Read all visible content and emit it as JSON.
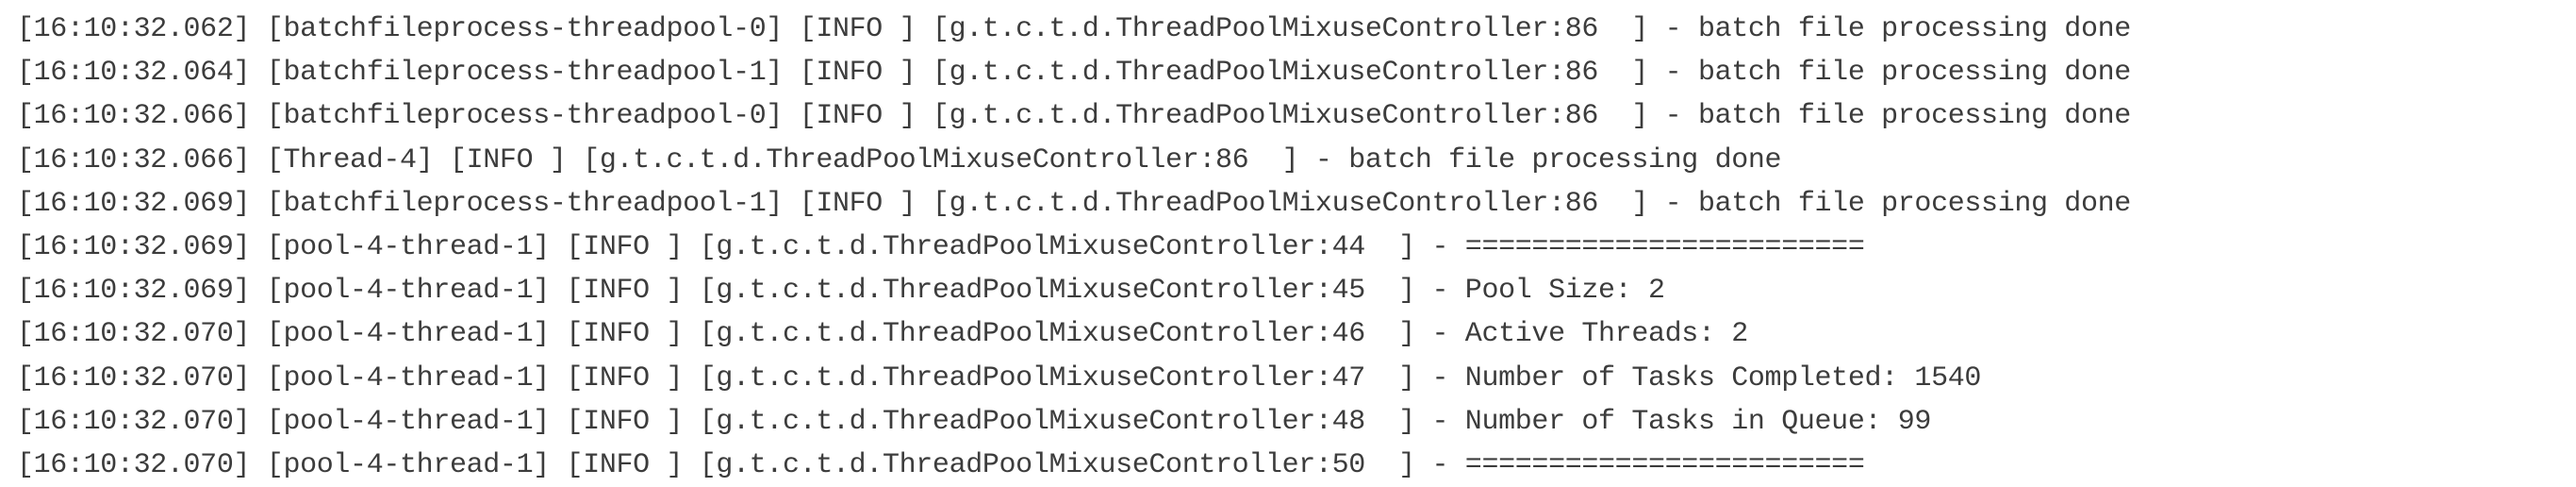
{
  "log_lines": [
    "[16:10:32.062] [batchfileprocess-threadpool-0] [INFO ] [g.t.c.t.d.ThreadPoolMixuseController:86  ] - batch file processing done",
    "[16:10:32.064] [batchfileprocess-threadpool-1] [INFO ] [g.t.c.t.d.ThreadPoolMixuseController:86  ] - batch file processing done",
    "[16:10:32.066] [batchfileprocess-threadpool-0] [INFO ] [g.t.c.t.d.ThreadPoolMixuseController:86  ] - batch file processing done",
    "[16:10:32.066] [Thread-4] [INFO ] [g.t.c.t.d.ThreadPoolMixuseController:86  ] - batch file processing done",
    "[16:10:32.069] [batchfileprocess-threadpool-1] [INFO ] [g.t.c.t.d.ThreadPoolMixuseController:86  ] - batch file processing done",
    "[16:10:32.069] [pool-4-thread-1] [INFO ] [g.t.c.t.d.ThreadPoolMixuseController:44  ] - ========================",
    "[16:10:32.069] [pool-4-thread-1] [INFO ] [g.t.c.t.d.ThreadPoolMixuseController:45  ] - Pool Size: 2",
    "[16:10:32.070] [pool-4-thread-1] [INFO ] [g.t.c.t.d.ThreadPoolMixuseController:46  ] - Active Threads: 2",
    "[16:10:32.070] [pool-4-thread-1] [INFO ] [g.t.c.t.d.ThreadPoolMixuseController:47  ] - Number of Tasks Completed: 1540",
    "[16:10:32.070] [pool-4-thread-1] [INFO ] [g.t.c.t.d.ThreadPoolMixuseController:48  ] - Number of Tasks in Queue: 99",
    "[16:10:32.070] [pool-4-thread-1] [INFO ] [g.t.c.t.d.ThreadPoolMixuseController:50  ] - ========================"
  ]
}
